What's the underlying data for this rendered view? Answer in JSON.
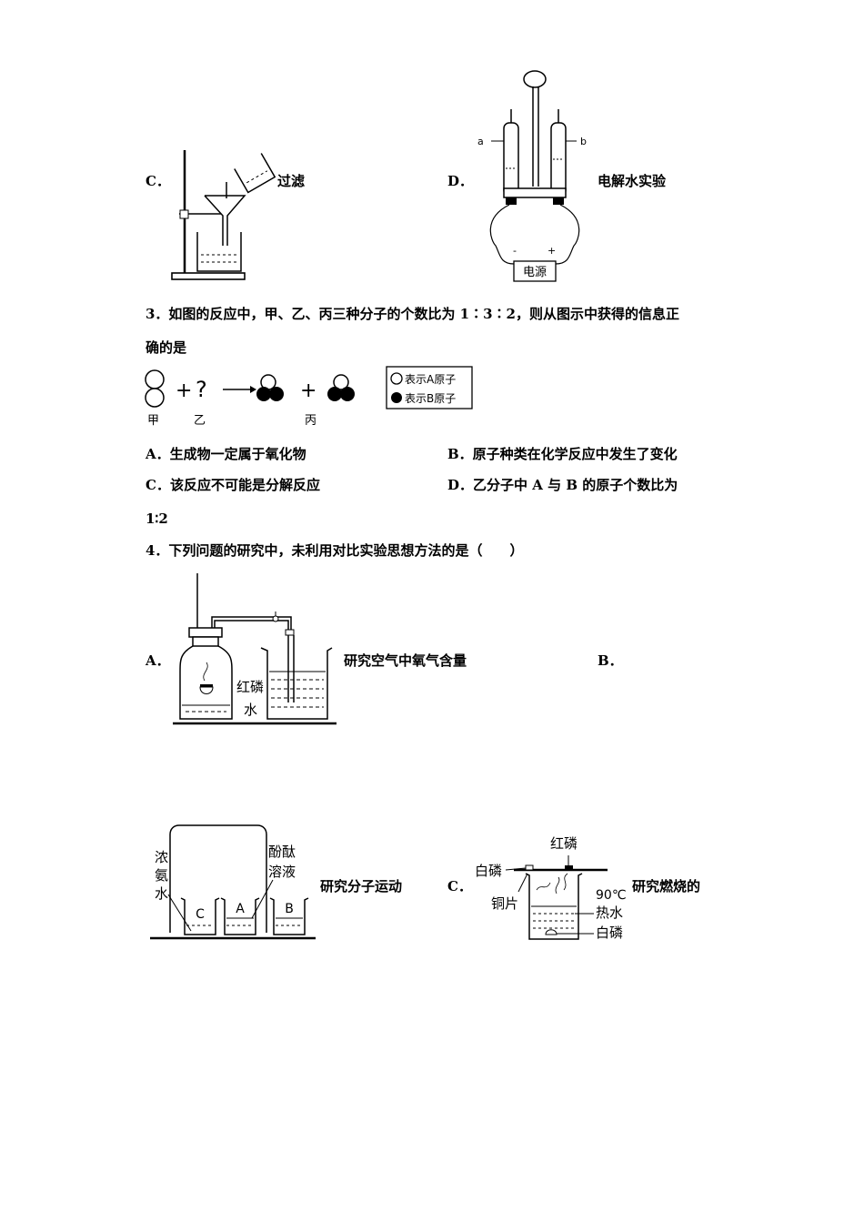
{
  "q2": {
    "opt_c": {
      "letter": "C．",
      "caption": "过滤"
    },
    "opt_d": {
      "letter": "D．",
      "caption": "电解水实验",
      "label_a": "a",
      "label_b": "b",
      "minus": "-",
      "plus": "+",
      "power": "电源"
    }
  },
  "q3": {
    "stem_line1": "3．如图的反应中，甲、乙、丙三种分子的个数比为 1∶3∶2，则从图示中获得的信息正",
    "stem_line2": "确的是",
    "diagram": {
      "plus1": "+",
      "question": "?",
      "plus2": "+",
      "label_jia": "甲",
      "label_yi": "乙",
      "label_bing": "丙",
      "legend_a": "表示A原子",
      "legend_b": "表示B原子"
    },
    "opt_a": "A．生成物一定属于氧化物",
    "opt_b": "B．原子种类在化学反应中发生了变化",
    "opt_c": "C．该反应不可能是分解反应",
    "opt_d": "D．乙分子中 A 与 B 的原子个数比为",
    "opt_d_cont": "1∶2"
  },
  "q4": {
    "stem": "4．下列问题的研究中，未利用对比实验思想方法的是（　　）",
    "opt_a": {
      "letter": "A．",
      "caption": "研究空气中氧气含量",
      "label_red_p": "红磷",
      "label_water": "水"
    },
    "opt_b": {
      "letter": "B．",
      "caption": "研究分子运动",
      "label_ammonia": [
        "浓",
        "氨",
        "水"
      ],
      "label_phenol_1": "酚酞",
      "label_phenol_2": "溶液",
      "beaker_c": "C",
      "beaker_a": "A",
      "beaker_b": "B"
    },
    "opt_c": {
      "letter": "C．",
      "caption": "研究燃烧的",
      "label_red_p": "红磷",
      "label_white_p_top": "白磷",
      "label_copper": "铜片",
      "label_temp": "90℃",
      "label_hot_water": "热水",
      "label_white_p_bottom": "白磷"
    }
  }
}
